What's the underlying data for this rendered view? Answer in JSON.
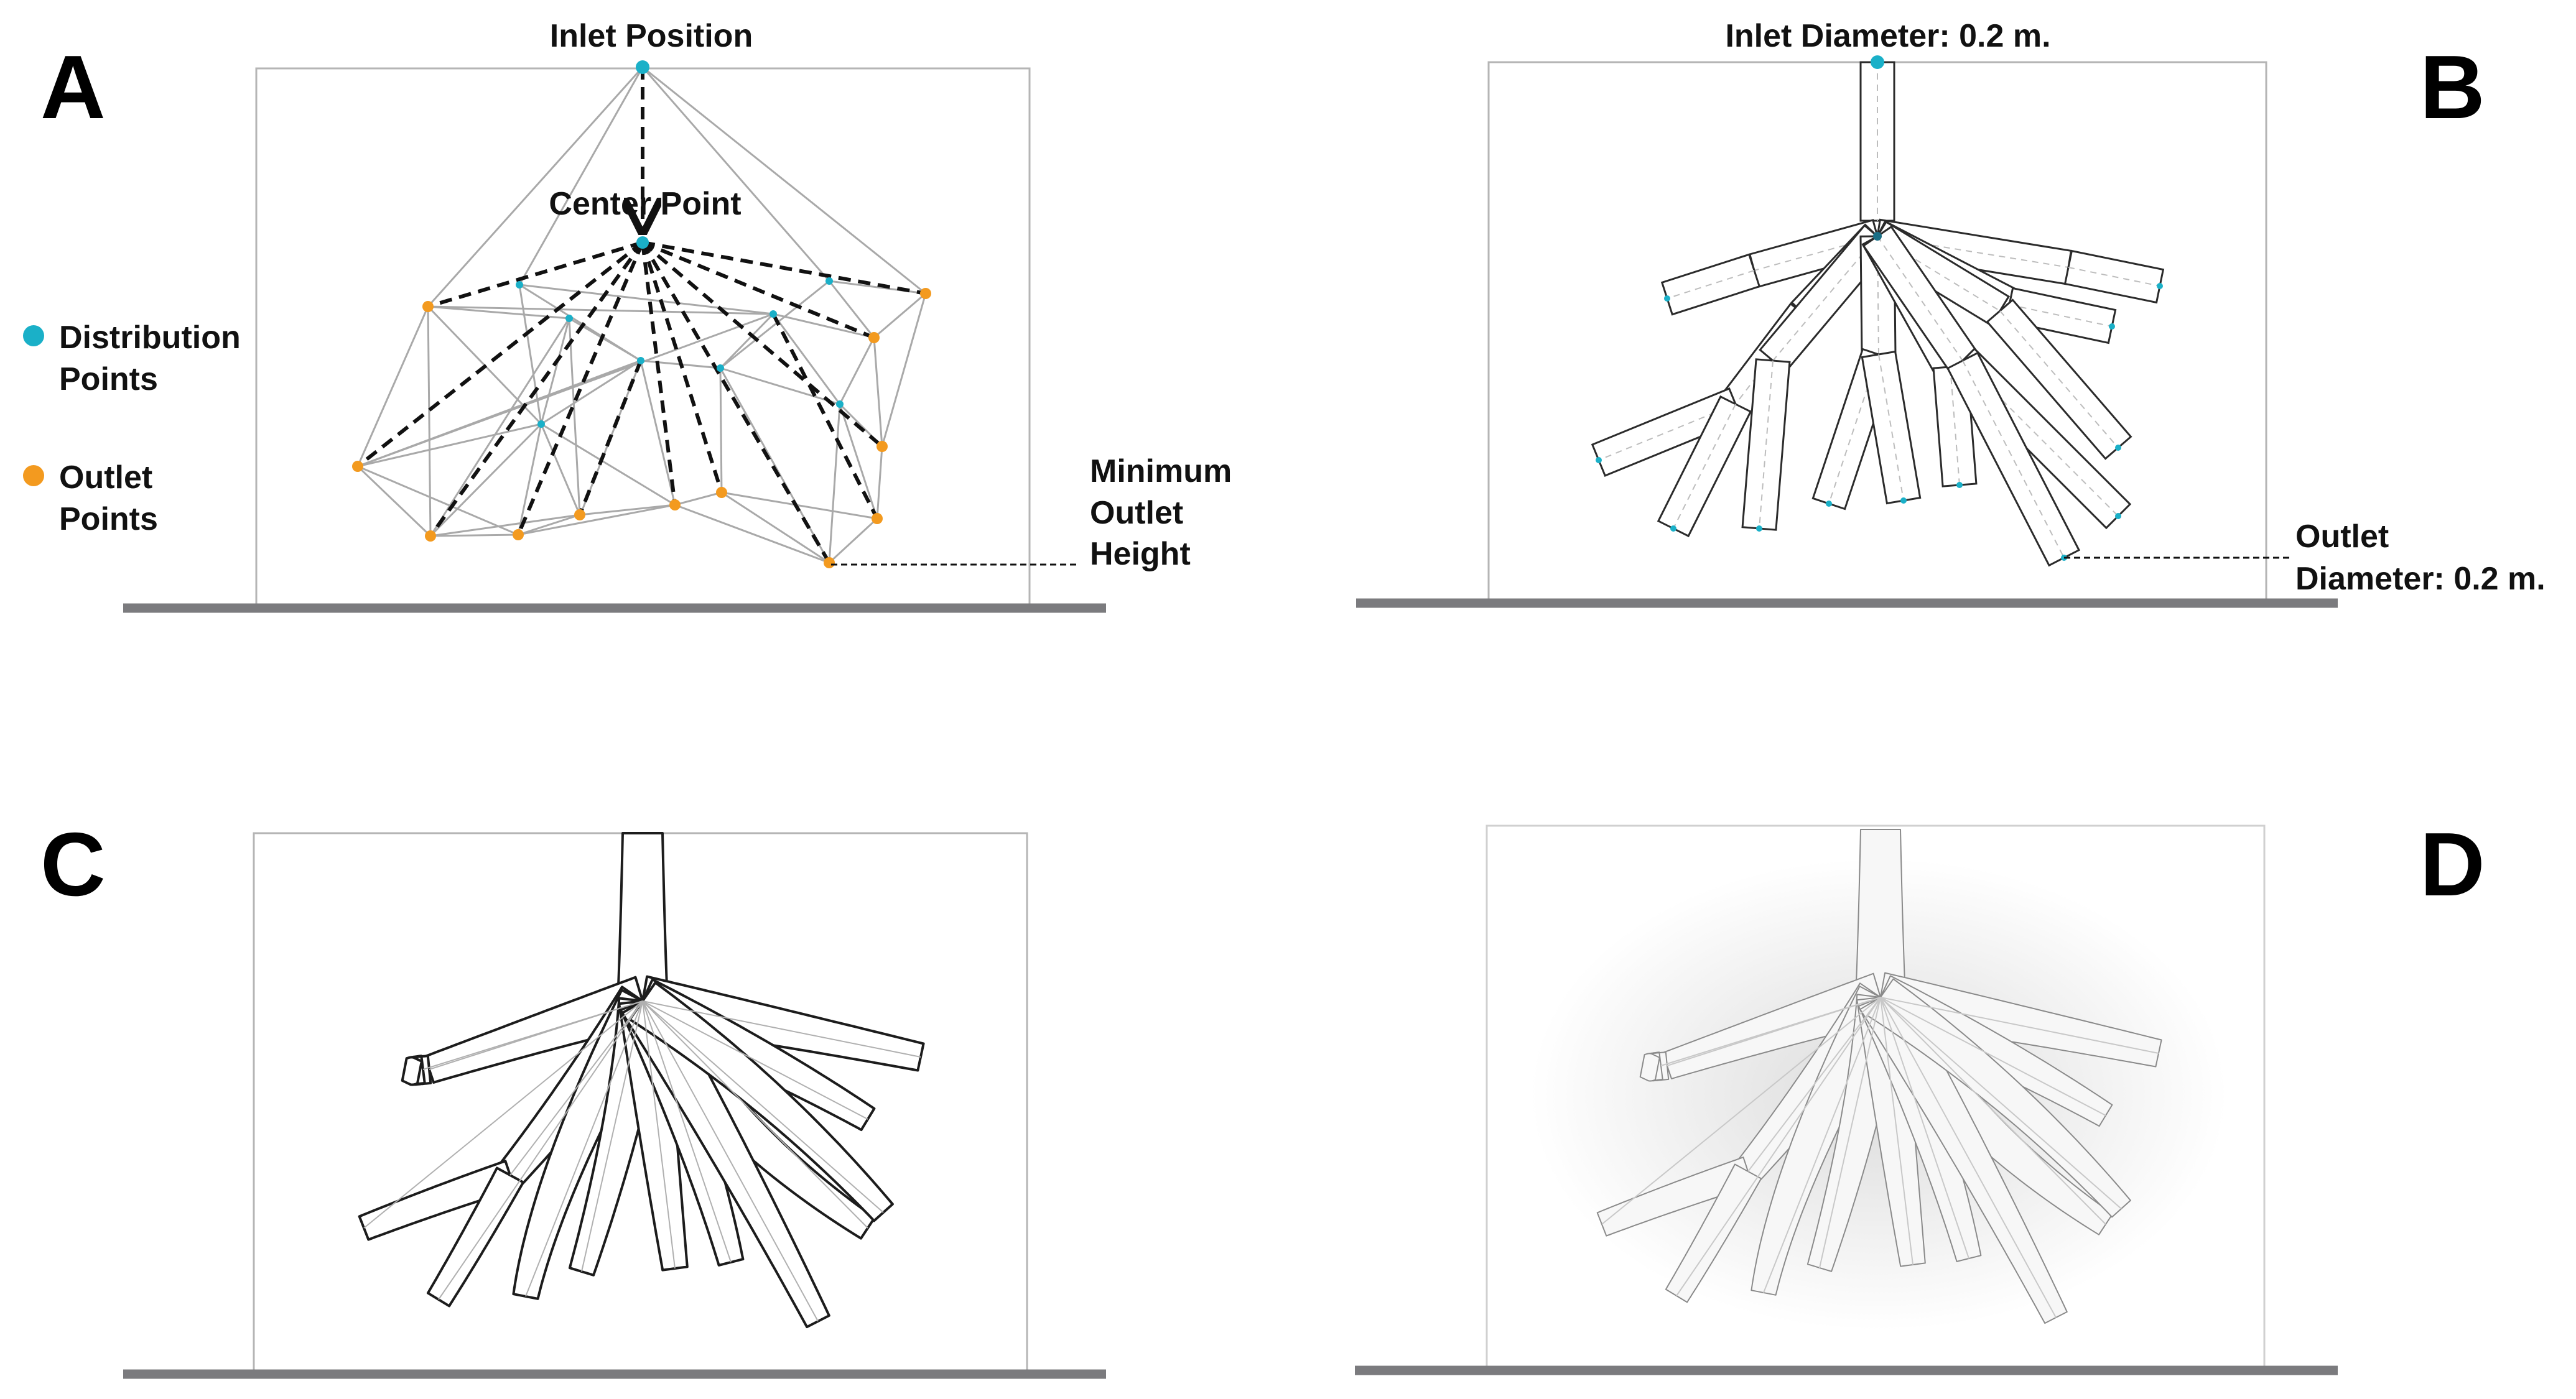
{
  "panels": {
    "a": {
      "letter": "A",
      "inlet_label": "Inlet Position",
      "center_label": "Center Point",
      "legend_distribution": [
        "Distribution",
        "Points"
      ],
      "legend_outlet": [
        "Outlet",
        "Points"
      ],
      "min_height_label": [
        "Minimum",
        "Outlet",
        "Height"
      ]
    },
    "b": {
      "letter": "B",
      "inlet_diameter_label": "Inlet Diameter: 0.2 m.",
      "outlet_diameter_label": [
        "Outlet",
        "Diameter: 0.2 m."
      ]
    },
    "c": {
      "letter": "C"
    },
    "d": {
      "letter": "D"
    }
  },
  "colors": {
    "distribution_point": "#1ab0c8",
    "outlet_point": "#f39a1f",
    "ground": "#7b7b7e",
    "frame": "#b5b5b5"
  }
}
